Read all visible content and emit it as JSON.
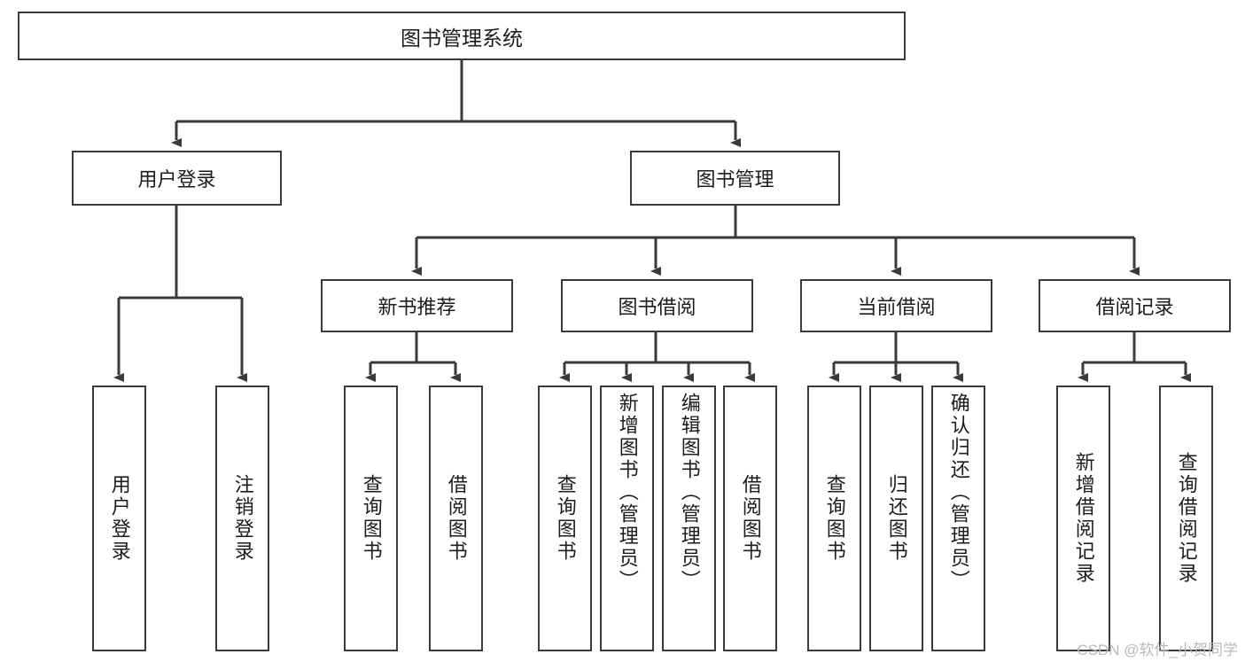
{
  "diagram": {
    "title": "图书管理系统",
    "type": "hierarchy-tree",
    "root": {
      "label": "图书管理系统"
    },
    "level2": [
      {
        "label": "用户登录"
      },
      {
        "label": "图书管理"
      }
    ],
    "level3": [
      {
        "label": "新书推荐"
      },
      {
        "label": "图书借阅"
      },
      {
        "label": "当前借阅"
      },
      {
        "label": "借阅记录"
      }
    ],
    "leaves": {
      "user_login": [
        {
          "label": "用户登录"
        },
        {
          "label": "注销登录"
        }
      ],
      "new_book_recommend": [
        {
          "label": "查询图书"
        },
        {
          "label": "借阅图书"
        }
      ],
      "book_borrow": [
        {
          "label": "查询图书"
        },
        {
          "label": "新增图书（管理员）"
        },
        {
          "label": "编辑图书（管理员）"
        },
        {
          "label": "借阅图书"
        }
      ],
      "current_borrow": [
        {
          "label": "查询图书"
        },
        {
          "label": "归还图书"
        },
        {
          "label": "确认归还（管理员）"
        }
      ],
      "borrow_record": [
        {
          "label": "新增借阅记录"
        },
        {
          "label": "查询借阅记录"
        }
      ]
    }
  },
  "watermark": {
    "text": "CSDN @软件_小贺同学"
  },
  "colors": {
    "stroke": "#3a3a3a",
    "background": "#ffffff",
    "text": "#1c1c1c",
    "watermark": "#b9b9b9"
  }
}
